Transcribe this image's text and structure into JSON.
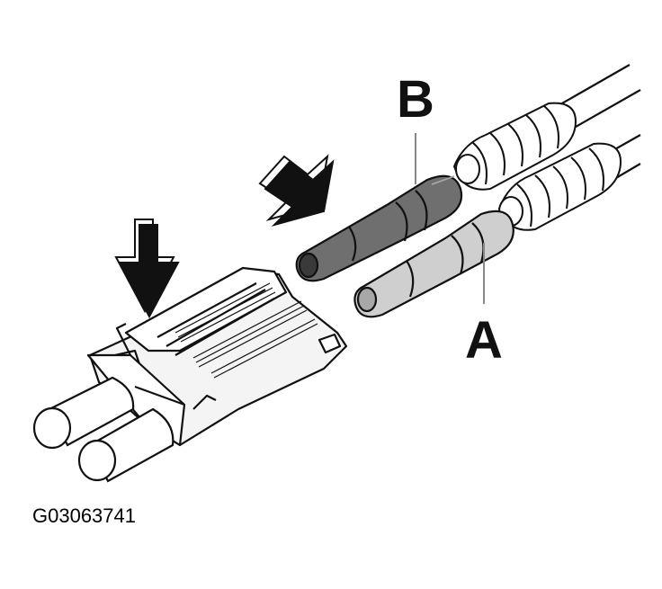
{
  "labels": {
    "b": "B",
    "a": "A"
  },
  "figure_code": "G03063741",
  "colors": {
    "ink": "#111111",
    "plug_b_fill": "#6f6f6f",
    "plug_a_fill": "#cfcfcf",
    "housing_fill": "#f4f4f4",
    "arrow_fill": "#111111"
  }
}
